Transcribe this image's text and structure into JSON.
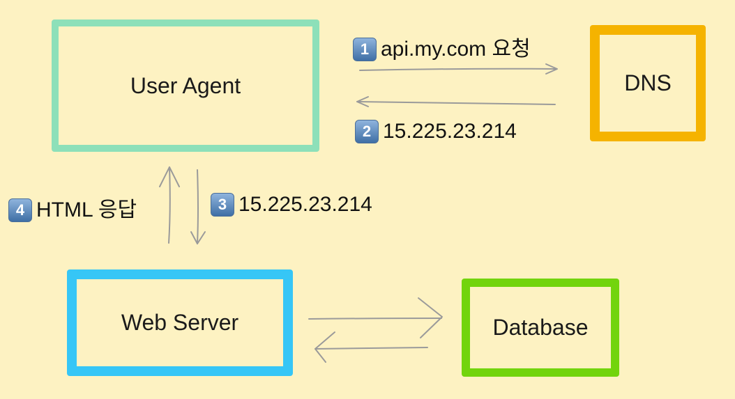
{
  "nodes": {
    "user_agent": {
      "label": "User Agent",
      "color": "#8de0b9"
    },
    "dns": {
      "label": "DNS",
      "color": "#f5b300"
    },
    "web_server": {
      "label": "Web Server",
      "color": "#36c6f6"
    },
    "database": {
      "label": "Database",
      "color": "#72d40d"
    }
  },
  "edges": [
    {
      "from": "user_agent",
      "to": "dns",
      "step": "1",
      "label": "api.my.com 요청"
    },
    {
      "from": "dns",
      "to": "user_agent",
      "step": "2",
      "label": "15.225.23.214"
    },
    {
      "from": "user_agent",
      "to": "web_server",
      "step": "3",
      "label": "15.225.23.214"
    },
    {
      "from": "web_server",
      "to": "user_agent",
      "step": "4",
      "label": "HTML 응답"
    },
    {
      "from": "web_server",
      "to": "database",
      "step": "",
      "label": ""
    },
    {
      "from": "database",
      "to": "web_server",
      "step": "",
      "label": ""
    }
  ],
  "colors": {
    "background": "#fdf2c2",
    "arrow": "#9a9a9a",
    "badge": "#5a86bf"
  }
}
